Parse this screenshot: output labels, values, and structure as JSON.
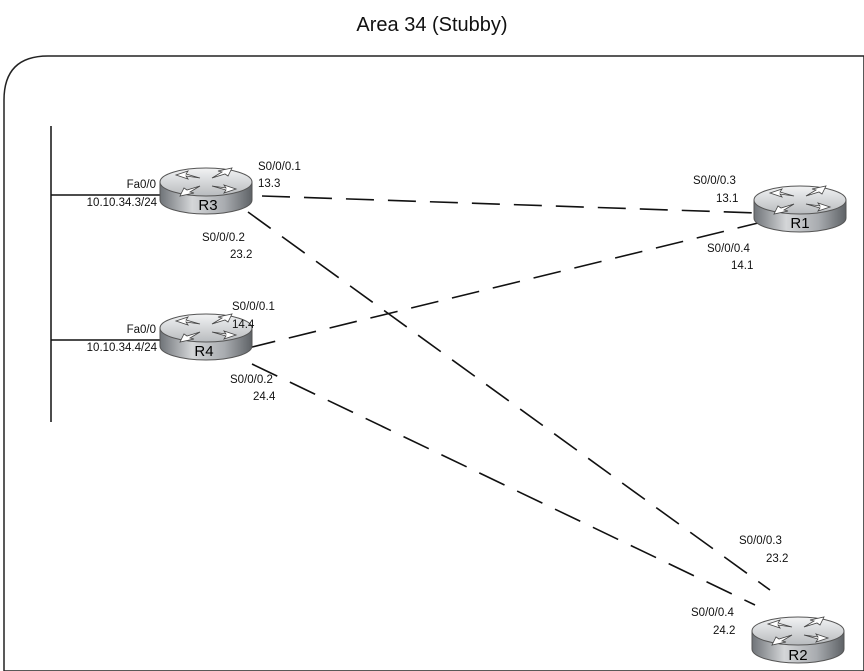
{
  "title": "Area 34 (Stubby)",
  "routers": {
    "r1": {
      "name": "R1"
    },
    "r2": {
      "name": "R2"
    },
    "r3": {
      "name": "R3"
    },
    "r4": {
      "name": "R4"
    }
  },
  "labels": {
    "r3_fa": "Fa0/0",
    "r3_lan_ip": "10.10.34.3/24",
    "r3_s01_if": "S0/0/0.1",
    "r3_s01_ip": "13.3",
    "r3_s02_if": "S0/0/0.2",
    "r3_s02_ip": "23.2",
    "r4_fa": "Fa0/0",
    "r4_lan_ip": "10.10.34.4/24",
    "r4_s01_if": "S0/0/0.1",
    "r4_s01_ip": "14.4",
    "r4_s02_if": "S0/0/0.2",
    "r4_s02_ip": "24.4",
    "r1_s03_if": "S0/0/0.3",
    "r1_s03_ip": "13.1",
    "r1_s04_if": "S0/0/0.4",
    "r1_s04_ip": "14.1",
    "r2_s03_if": "S0/0/0.3",
    "r2_s03_ip": "23.2",
    "r2_s04_if": "S0/0/0.4",
    "r2_s04_ip": "24.2"
  },
  "links": [
    {
      "name": "r3-r1",
      "from": "R3",
      "to": "R1"
    },
    {
      "name": "r3-r2",
      "from": "R3",
      "to": "R2"
    },
    {
      "name": "r4-r1",
      "from": "R4",
      "to": "R1"
    },
    {
      "name": "r4-r2",
      "from": "R4",
      "to": "R2"
    }
  ]
}
